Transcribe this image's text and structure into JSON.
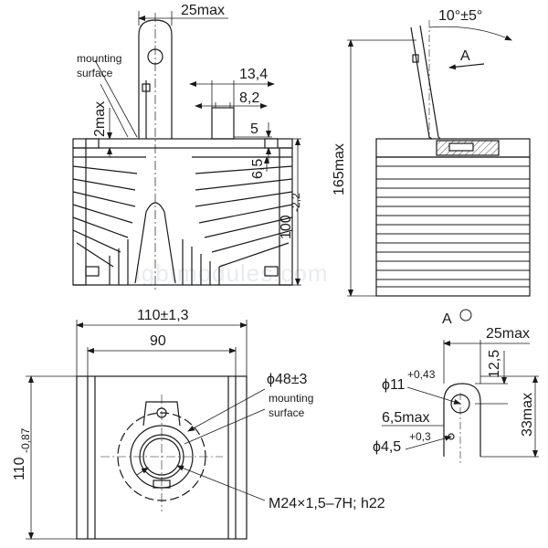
{
  "diagram": {
    "top_left_view": {
      "dim_width": "25max",
      "dim_thread_outer": "13,4",
      "dim_thread_inner": "8,2",
      "dim_slot_depth": "5",
      "dim_slot_width": "6,5",
      "dim_height": "100",
      "dim_height_tol": "-2,2",
      "dim_left": "2max",
      "label_mounting_line1": "mounting",
      "label_mounting_line2": "surface"
    },
    "top_right_view": {
      "dim_angle": "10°±5°",
      "label_view": "A",
      "dim_height": "165max"
    },
    "bottom_left_view": {
      "dim_outer_width": "110±1,3",
      "dim_inner_width": "90",
      "dim_diameter": "ϕ48±3",
      "label_mounting_line1": "mounting",
      "label_mounting_line2": "surface",
      "dim_height": "110",
      "dim_height_tol": "-0,87",
      "thread_spec": "M24×1,5–7H; h22"
    },
    "bottom_right_view": {
      "view_label": "A",
      "dim_width": "25max",
      "dim_top": "12,5",
      "dim_hole_diameter": "ϕ11",
      "dim_hole_tol": "+0,43",
      "dim_gap": "6,5max",
      "dim_small_hole": "ϕ4,5",
      "dim_small_hole_tol": "+0,3",
      "dim_height": "33max"
    },
    "watermark": "igbtmodules.com"
  }
}
